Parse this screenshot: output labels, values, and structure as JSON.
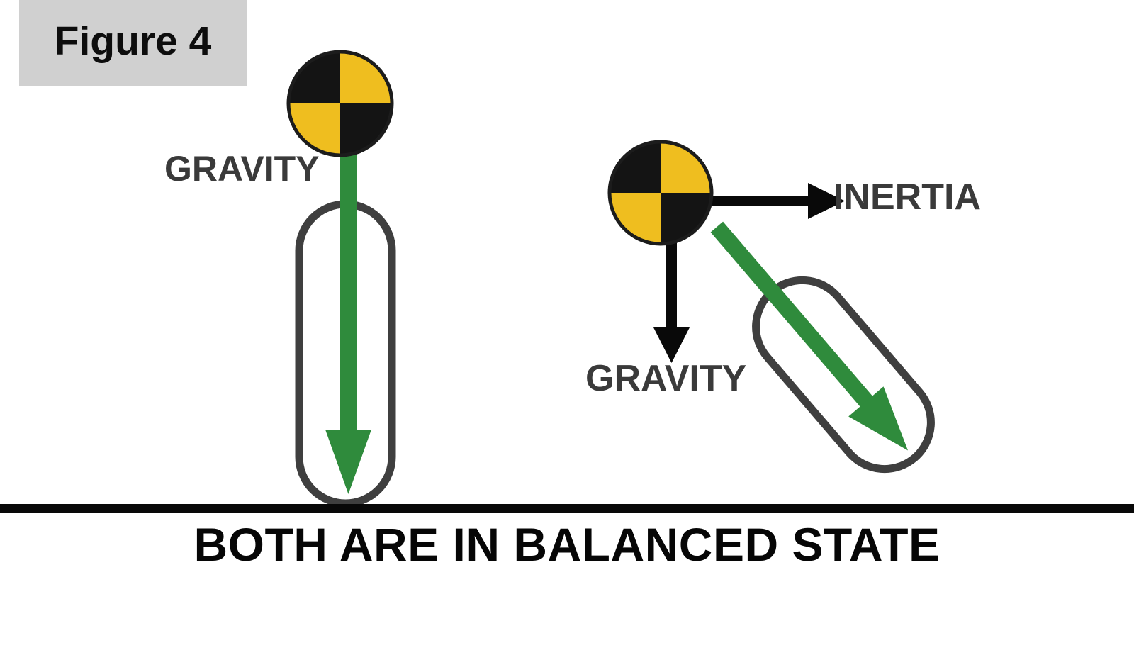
{
  "figure": {
    "badge_label": "Figure 4"
  },
  "caption": {
    "text": "BOTH ARE IN BALANCED STATE"
  },
  "pendulum_left": {
    "gravity_label": "GRAVITY",
    "ball_icon": "quadrant-sphere-icon",
    "rod_icon": "capsule-outline-icon",
    "arrow_icon": "green-down-arrow-icon"
  },
  "pendulum_right": {
    "gravity_label": "GRAVITY",
    "inertia_label": "INERTIA",
    "ball_icon": "quadrant-sphere-icon",
    "rod_icon": "capsule-outline-icon",
    "arrow_icon": "green-diagonal-arrow-icon",
    "gravity_arrow_icon": "black-down-arrow-icon",
    "inertia_arrow_icon": "black-right-arrow-icon"
  },
  "ground": {
    "icon": "ground-line-icon"
  },
  "colors": {
    "yellow": "#EFBE1F",
    "black": "#141414",
    "green": "#2F8B3C",
    "gray_outline": "#3F3F3F",
    "badge_bg": "#D0D0D0",
    "label_gray": "#3A3A3A",
    "caption_black": "#060606",
    "background": "#FFFFFF"
  }
}
